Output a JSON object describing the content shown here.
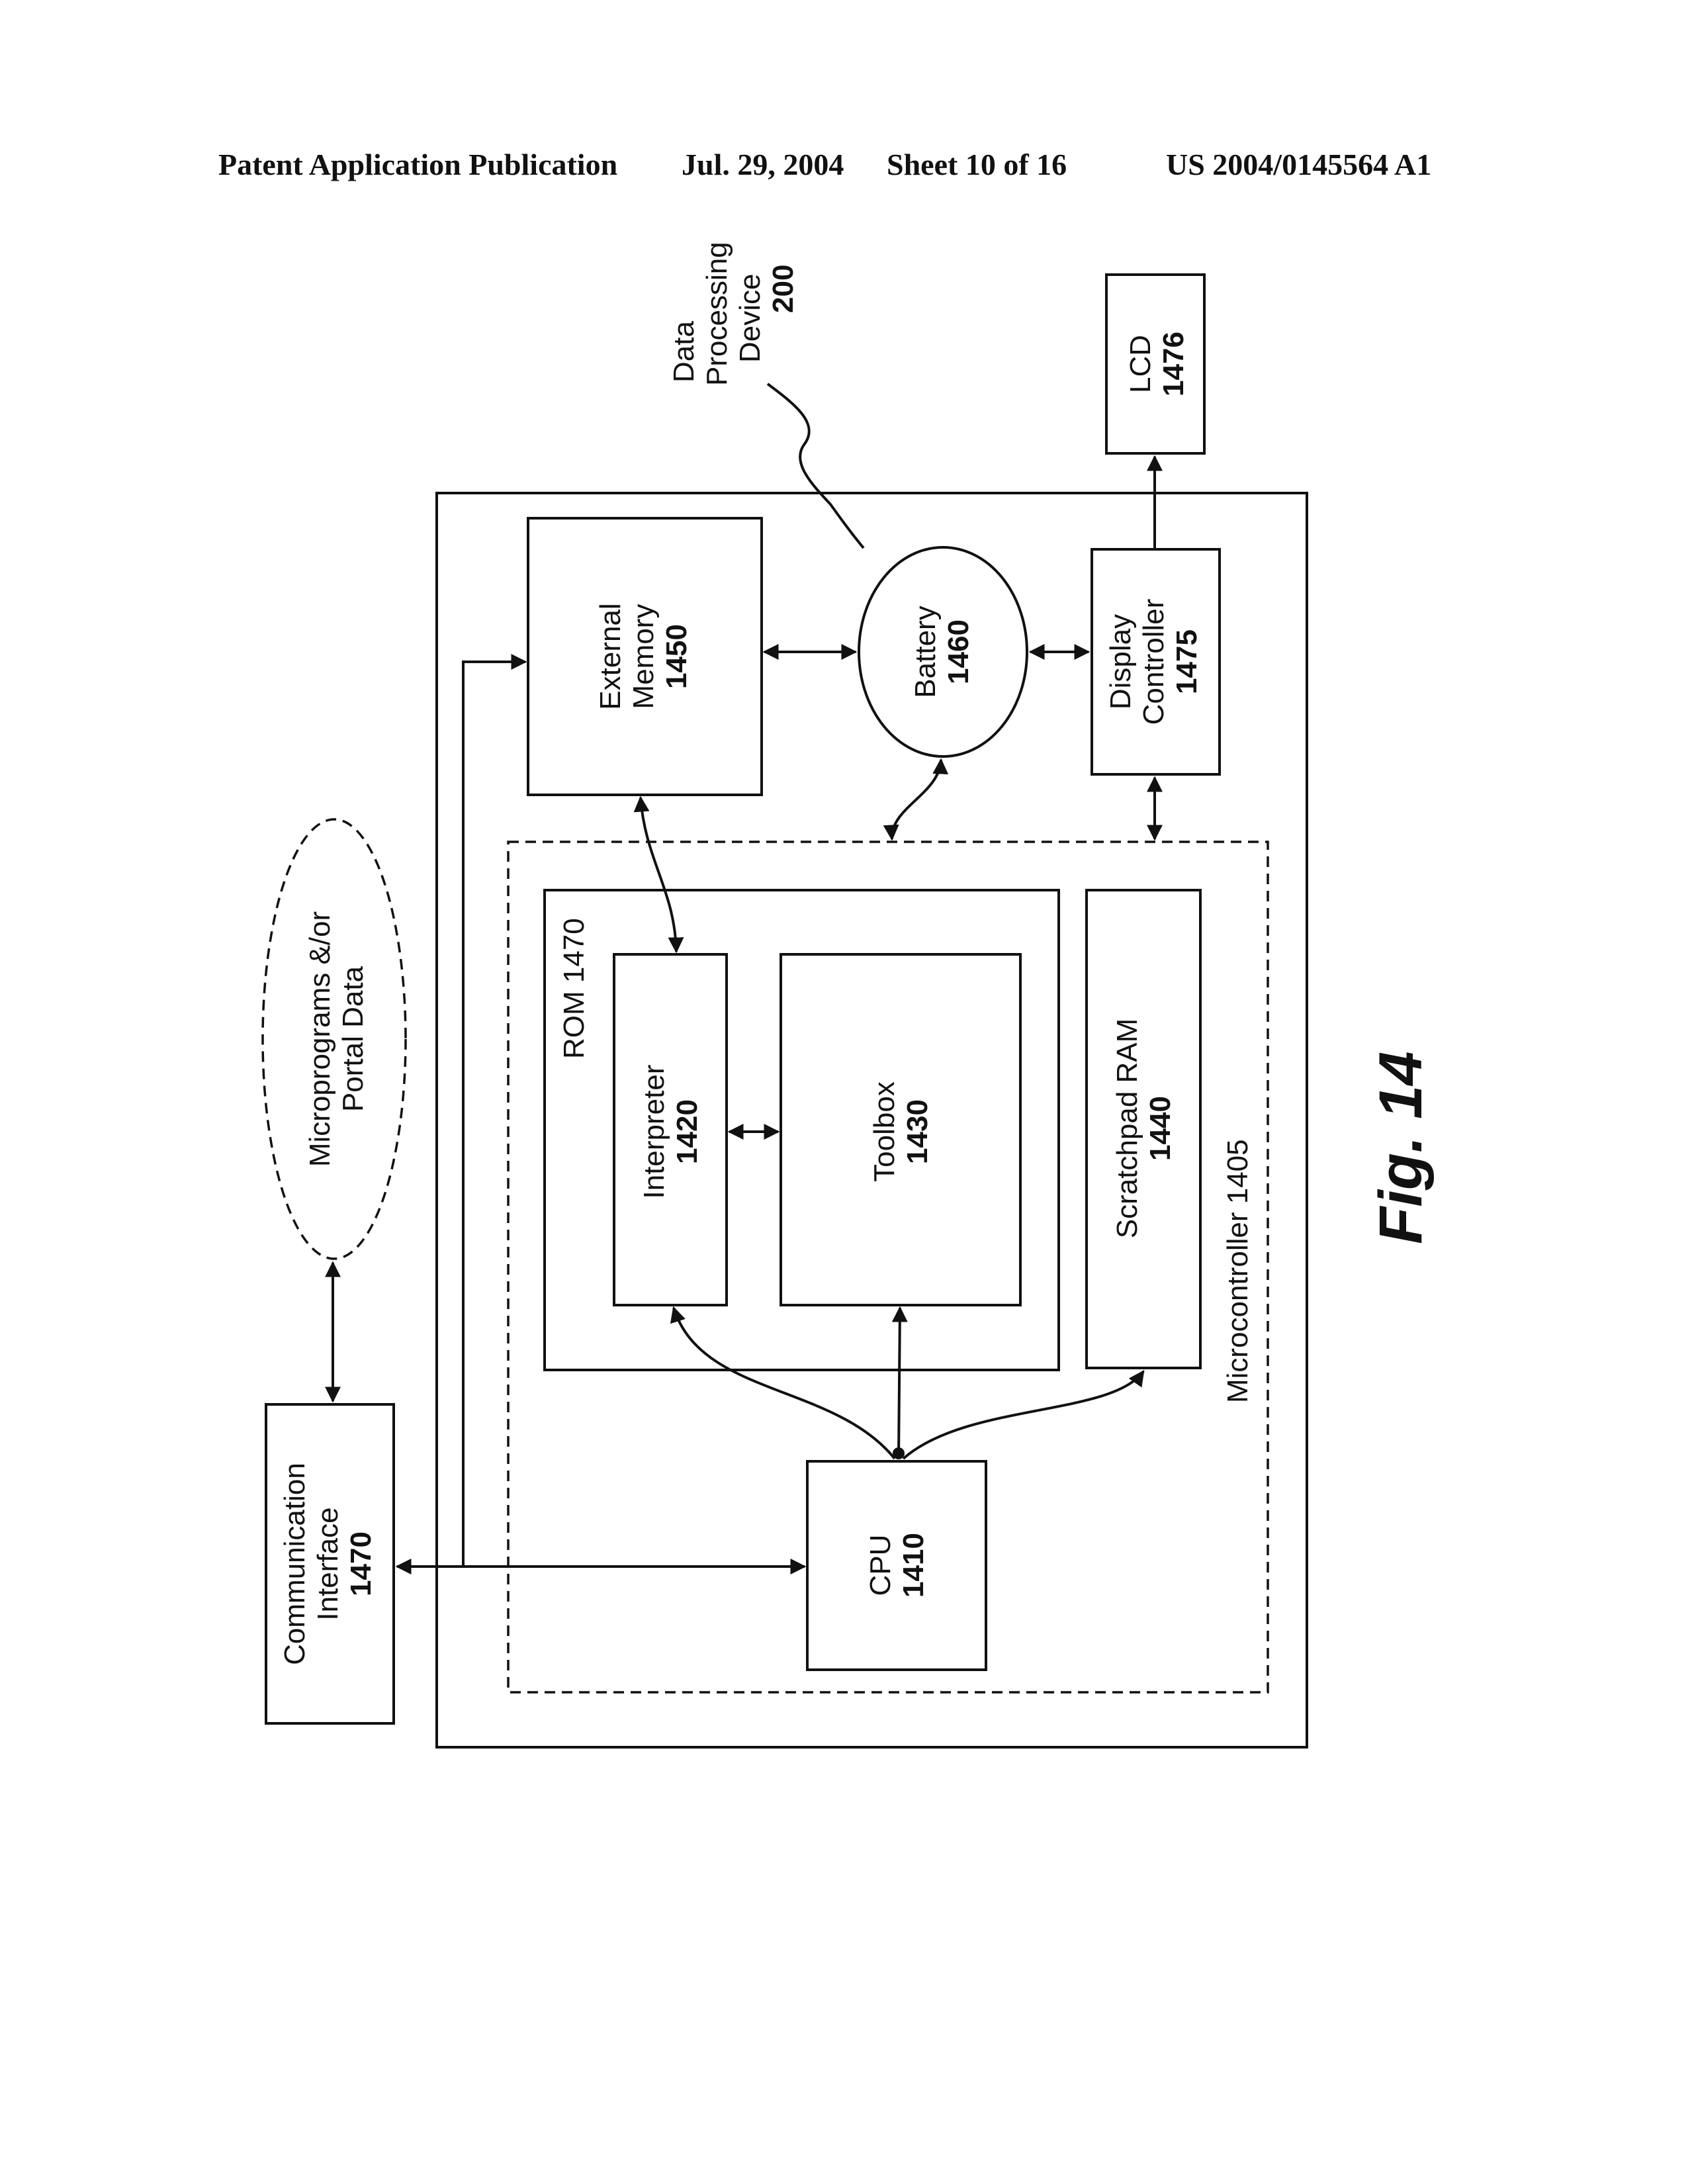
{
  "header": {
    "publication": "Patent Application Publication",
    "date": "Jul. 29, 2004",
    "sheet": "Sheet 10 of 16",
    "number": "US 2004/0145564 A1"
  },
  "diagram": {
    "device_label": [
      "Data",
      "Processing",
      "Device",
      "200"
    ],
    "external_memory": {
      "name": [
        "External",
        "Memory"
      ],
      "number": "1450"
    },
    "battery": {
      "name": "Battery",
      "number": "1460"
    },
    "display_controller": {
      "name": [
        "Display",
        "Controller"
      ],
      "number": "1475"
    },
    "lcd": {
      "name": "LCD",
      "number": "1476"
    },
    "microprograms": [
      "Microprograms &/or",
      "Portal Data"
    ],
    "rom": "ROM 1470",
    "interpreter": {
      "name": "Interpreter",
      "number": "1420"
    },
    "toolbox": {
      "name": "Toolbox",
      "number": "1430"
    },
    "scratchpad": {
      "name": "Scratchpad RAM",
      "number": "1440"
    },
    "microcontroller": "Microcontroller 1405",
    "cpu": {
      "name": "CPU",
      "number": "1410"
    },
    "comm_interface": {
      "name": [
        "Communication",
        "Interface"
      ],
      "number": "1470"
    },
    "figure": "Fig. 14"
  }
}
